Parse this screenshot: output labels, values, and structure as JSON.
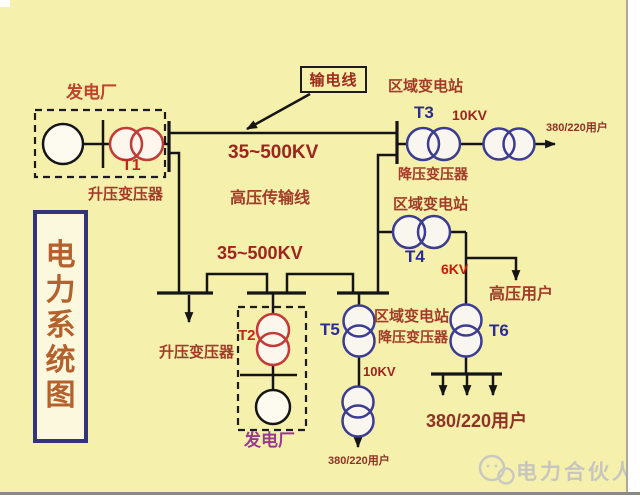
{
  "title_box": {
    "text": "电力系统图"
  },
  "labels": {
    "plant_top": "发电厂",
    "plant_bottom": "发电厂",
    "transmission_line": "输电线",
    "kv_range_top": "35~500KV",
    "kv_range_mid": "35~500KV",
    "hv_transmission": "高压传输线",
    "region_station_1": "区域变电站",
    "region_station_2": "区域变电站",
    "region_station_3": "区域变电站",
    "step_up_1": "升压变压器",
    "step_up_2": "升压变压器",
    "step_down_1": "降压变压器",
    "step_down_2": "降压变压器",
    "t1": "T1",
    "t2": "T2",
    "t3": "T3",
    "t4": "T4",
    "t5": "T5",
    "t6": "T6",
    "kv10_top": "10KV",
    "kv10_mid": "10KV",
    "kv6": "6KV",
    "users_380_right": "380/220用户",
    "users_380_bottom_small": "380/220用户",
    "users_380_bottom_big": "380/220用户",
    "hv_users": "高压用户"
  },
  "watermark": {
    "text": "电力合伙人"
  },
  "colors": {
    "background": "#f6f0ad",
    "line_black": "#151515",
    "transformer_red": "#c23b38",
    "transformer_blue": "#3c3c92",
    "label_brick": "#a23c28",
    "label_navy": "#2c2c96",
    "title_text": "#b4612e",
    "title_border": "#34347e",
    "plant_bottom_purple": "#993a8e",
    "watermark_gray": "#c6c6be"
  }
}
